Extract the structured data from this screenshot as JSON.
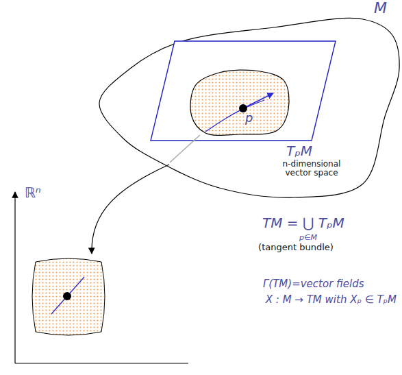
{
  "diagram": {
    "nodes": [
      {
        "text": [
          "M"
        ]
      },
      {
        "text": [
          "TₚM",
          "n-dimensional vector space"
        ],
        "in": 0
      },
      {
        "text": [
          "p"
        ],
        "in": 1
      }
    ],
    "labels": [
      "ℝⁿ",
      "TM = ⋃ TₚM",
      "p∈M",
      "(tangent bundle)",
      "Γ(TM)=vector fields",
      "X : M → TM with Xₚ ∈ TₚM"
    ]
  }
}
